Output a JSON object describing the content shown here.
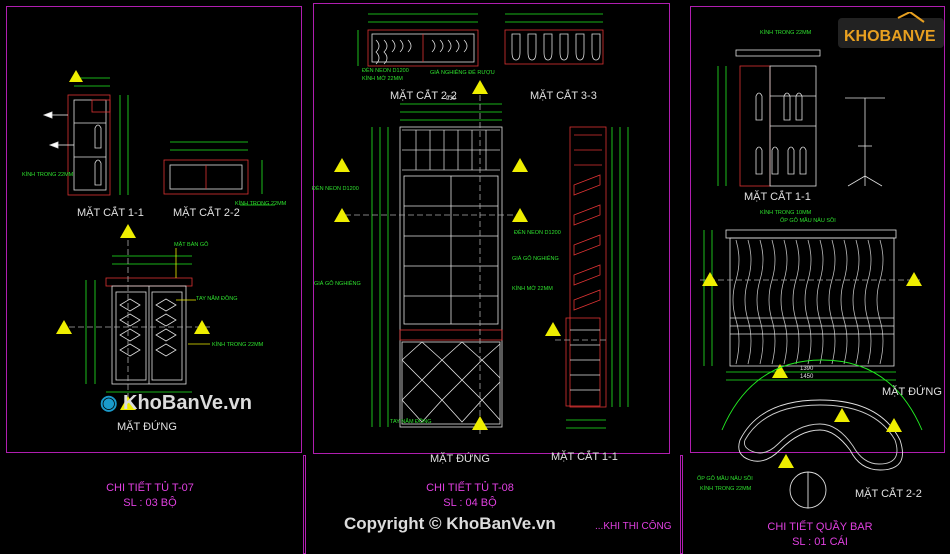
{
  "drawing": {
    "panels": [
      {
        "title": "CHI TIẾT TỦ T-07",
        "qty": "SL : 03 BỘ",
        "labels": {
          "sec11": "MẶT CẮT 1-1",
          "sec22": "MẶT CẮT 2-2",
          "front": "MẶT ĐỨNG",
          "glass": "KÍNH TRONG 22MM",
          "glass2": "KÍNH TRONG 22MM",
          "wood_top": "MẶT BÀN GỖ",
          "handle": "TAY NẮM ĐỒNG",
          "glass3": "KÍNH TRONG 22MM"
        }
      },
      {
        "title": "CHI TIẾT TỦ T-08",
        "qty": "SL : 04 BỘ",
        "labels": {
          "sec22": "MẶT CẮT 2-2",
          "sec33": "MẶT CẮT 3-3",
          "front": "MẶT ĐỨNG",
          "sec11": "MẶT CẮT 1-1",
          "neon": "ĐÈN NEON D1200",
          "glass_mo": "KÍNH MỜ 22MM",
          "wine_rack": "GIÁ NGHIÊNG ĐỂ RƯỢU",
          "neon2": "ĐÈN NEON D1200",
          "wood_tilt": "GIÁ GỖ NGHIÊNG",
          "neon3": "ĐÈN NEON D1200",
          "wood_tilt2": "GIÁ GỖ NGHIÊNG",
          "glass_mo2": "KÍNH MỜ 22MM",
          "handle": "TAY NẮM ĐỒNG"
        }
      },
      {
        "title": "CHI TIẾT QUẦY BAR",
        "qty": "SL : 01 CÁI",
        "labels": {
          "sec11": "MẶT CẮT 1-1",
          "front": "MẶT ĐỨNG",
          "sec22": "MẶT CẮT 2-2",
          "glass_top": "KÍNH TRONG 22MM",
          "glass_front": "KÍNH TRONG 10MM",
          "wood_op": "ỐP GỖ MẦU NÂU SỒI",
          "wood_op2": "ỐP GỖ MẦU NÂU SỒI",
          "glass_curve": "KÍNH TRONG 22MM"
        }
      }
    ],
    "note": "...KHI THI CÔNG",
    "dims": {
      "d930": "930",
      "d1390": "1390",
      "d1450": "1450"
    }
  },
  "watermarks": {
    "main": "KhoBanVe.vn",
    "copyright": "Copyright © KhoBanVe.vn",
    "logo": "KHOBANVE"
  }
}
